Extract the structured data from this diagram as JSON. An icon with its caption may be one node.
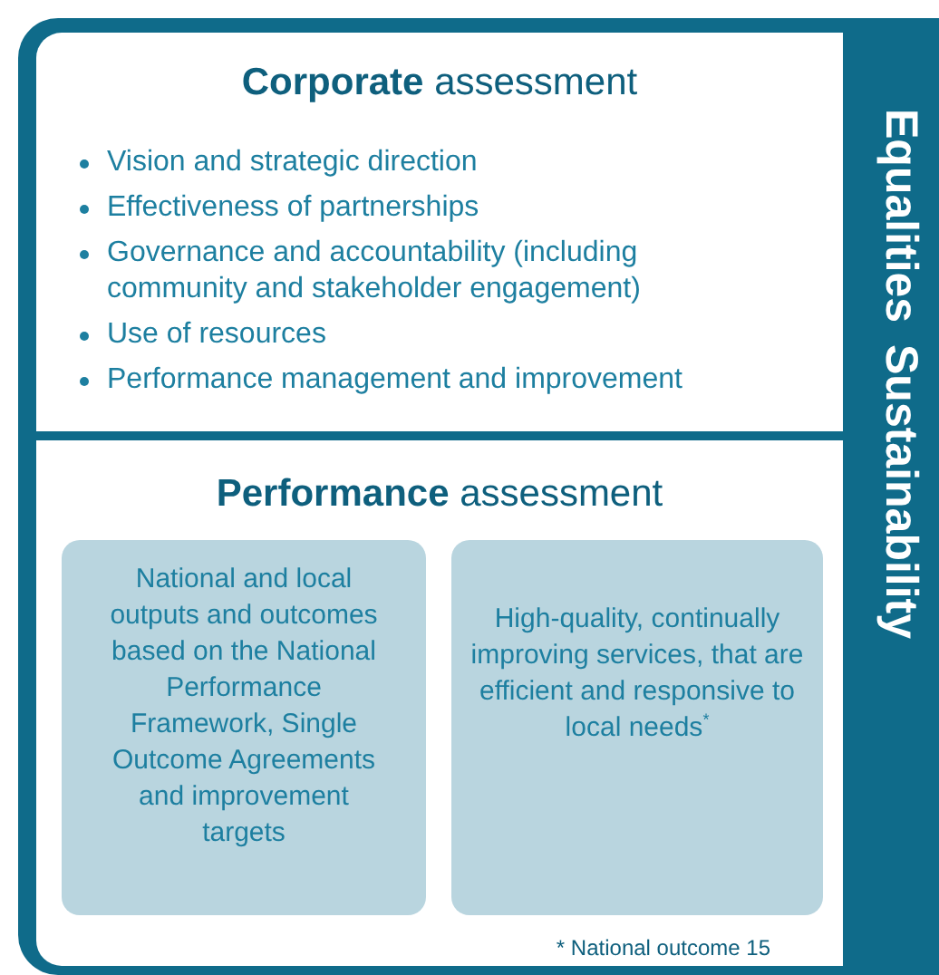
{
  "diagram": {
    "nodes": [
      {
        "text": [
          "Equalities",
          "Sustainability"
        ]
      },
      {
        "text": [
          "**Corporate** assessment",
          "Vision and strategic direction",
          "Effectiveness of partnerships",
          "Governance and accountability (including community and stakeholder engagement)",
          "Use of resources",
          "Performance management and improvement"
        ],
        "in": 0
      },
      {
        "text": [
          "**Performance** assessment",
          "* National outcome 15"
        ],
        "in": 0
      },
      {
        "text": [
          "National and local outputs and outcomes based on the National Performance Framework, Single Outcome Agreements and improvement targets"
        ],
        "in": 2
      },
      {
        "text": [
          "High-quality, continually improving services, that are efficient and responsive to local needs$^{*}$"
        ],
        "in": 2
      }
    ]
  }
}
